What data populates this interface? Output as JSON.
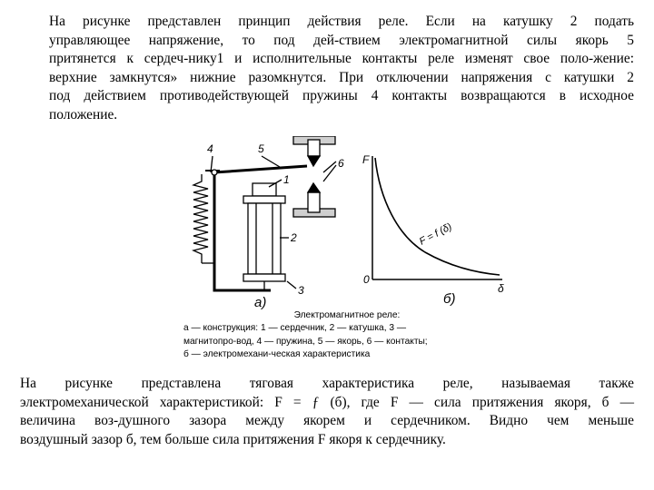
{
  "paragraph1": {
    "lines": [
      "На рисунке представлен принцип действия реле. Если на катушку 2 подать",
      "управляющее напряжение, то под дей-ствием электромагнитной силы якорь 5",
      "притянется к сердеч-нику1 и исполнительные контакты реле изменят свое поло-жение:",
      "верхние замкнутся» нижние разомкнутся. При отключении напряжения с катушки 2",
      "под действием противодействующей пружины 4 контакты возвращаются в исходное",
      "положение."
    ]
  },
  "figure": {
    "labels": {
      "n4": "4",
      "n5": "5",
      "n1": "1",
      "n6": "6",
      "n2": "2",
      "n3": "3",
      "part_a": "а)",
      "part_b": "б)",
      "axis_f": "F",
      "axis_origin": "0",
      "axis_delta": "δ",
      "curve": "F = f (δ)"
    }
  },
  "caption": {
    "title": "Электромагнитное реле:",
    "lines": [
      "а — конструкция: 1 — сердечник, 2 — катушка, 3 —",
      "магнитопро-вод, 4 — пружина, 5 — якорь, 6 — контакты;",
      "б — электромехани-ческая характеристика"
    ]
  },
  "paragraph2": {
    "lines": [
      "На рисунке представлена тяговая характеристика реле, называемая также",
      "электромеханической характеристикой: F = ƒ (б), где F — сила притяжения якоря, б —",
      "величина воз-душного зазора между якорем и сердечником. Видно чем меньше",
      "воздушный зазор б, тем больше сила притяжения F якоря к сердечнику."
    ]
  }
}
